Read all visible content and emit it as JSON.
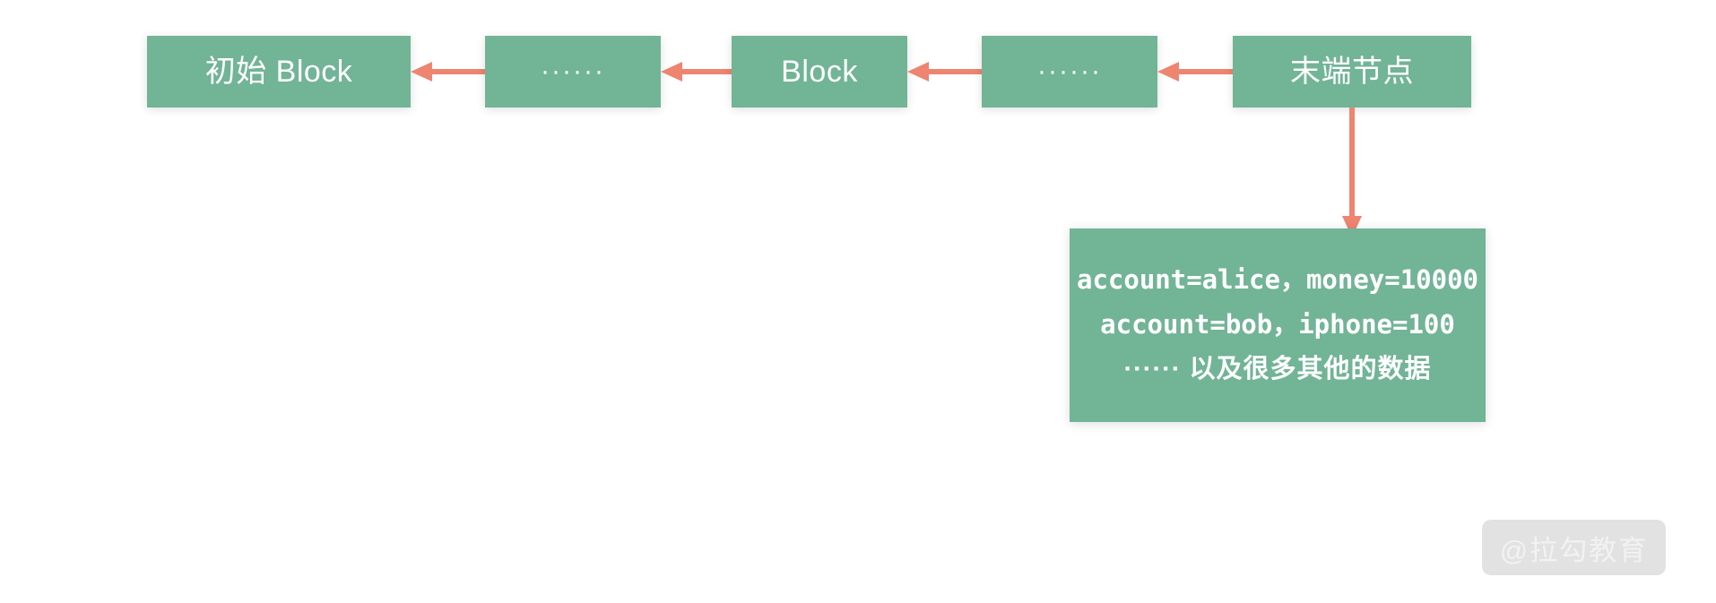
{
  "diagram": {
    "title": "Blockchain block chain with terminal node payload",
    "background_color": "#ffffff",
    "node_color": "#72b496",
    "arrow_color": "#ee8570",
    "node_text_color": "#ffffff",
    "chain": [
      {
        "id": "genesis-block",
        "label": "初始 Block"
      },
      {
        "id": "ellipsis-left",
        "label": "······"
      },
      {
        "id": "middle-block",
        "label": "Block"
      },
      {
        "id": "ellipsis-right",
        "label": "······"
      },
      {
        "id": "terminal-node",
        "label": "末端节点"
      }
    ],
    "arrows": [
      {
        "id": "arrow-1",
        "direction": "left",
        "from": "ellipsis-left",
        "to": "genesis-block"
      },
      {
        "id": "arrow-2",
        "direction": "left",
        "from": "middle-block",
        "to": "ellipsis-left"
      },
      {
        "id": "arrow-3",
        "direction": "left",
        "from": "ellipsis-right",
        "to": "middle-block"
      },
      {
        "id": "arrow-4",
        "direction": "left",
        "from": "terminal-node",
        "to": "ellipsis-right"
      },
      {
        "id": "arrow-5",
        "direction": "down",
        "from": "terminal-node",
        "to": "state-data-box"
      }
    ],
    "data_box": {
      "id": "state-data-box",
      "lines": [
        "account=alice，money=10000",
        "account=bob，iphone=100",
        "······ 以及很多其他的数据"
      ]
    },
    "watermark": {
      "text": "@拉勾教育"
    }
  }
}
